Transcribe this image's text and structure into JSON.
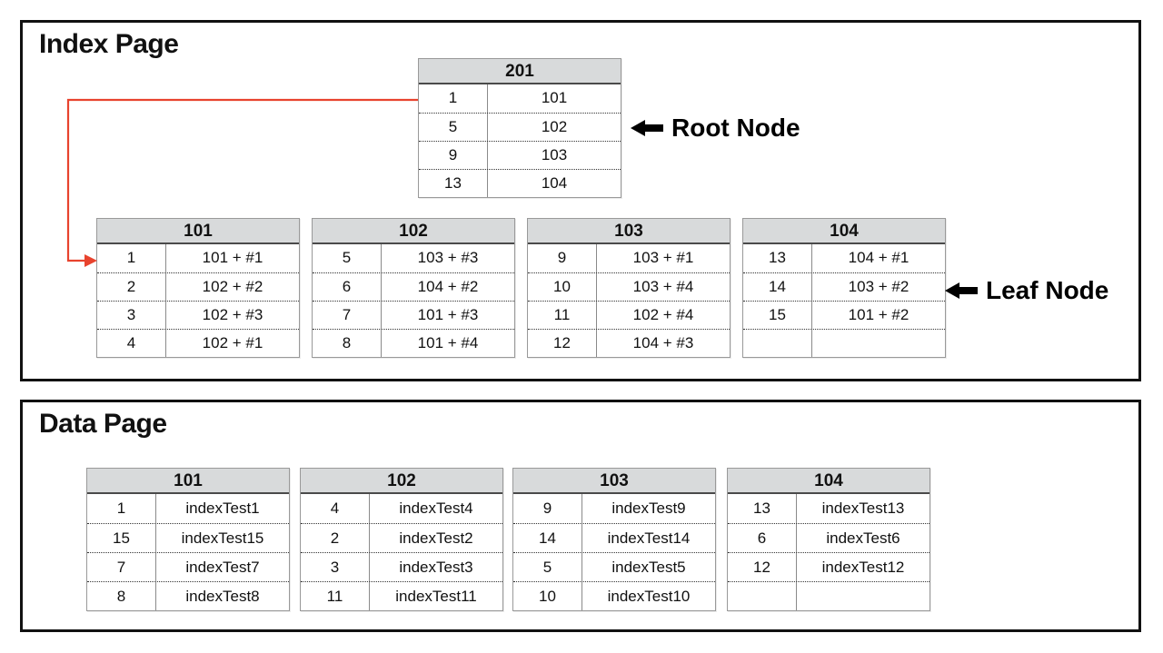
{
  "index_page": {
    "title": "Index Page",
    "root_node_label": "Root Node",
    "leaf_node_label": "Leaf Node",
    "root_table": {
      "header": "201",
      "rows": [
        [
          "1",
          "101"
        ],
        [
          "5",
          "102"
        ],
        [
          "9",
          "103"
        ],
        [
          "13",
          "104"
        ]
      ]
    },
    "leaf_tables": [
      {
        "header": "101",
        "rows": [
          [
            "1",
            "101 + #1"
          ],
          [
            "2",
            "102 + #2"
          ],
          [
            "3",
            "102 + #3"
          ],
          [
            "4",
            "102 + #1"
          ]
        ]
      },
      {
        "header": "102",
        "rows": [
          [
            "5",
            "103 + #3"
          ],
          [
            "6",
            "104 + #2"
          ],
          [
            "7",
            "101 + #3"
          ],
          [
            "8",
            "101 + #4"
          ]
        ]
      },
      {
        "header": "103",
        "rows": [
          [
            "9",
            "103 + #1"
          ],
          [
            "10",
            "103 + #4"
          ],
          [
            "11",
            "102 + #4"
          ],
          [
            "12",
            "104 + #3"
          ]
        ]
      },
      {
        "header": "104",
        "rows": [
          [
            "13",
            "104 + #1"
          ],
          [
            "14",
            "103 + #2"
          ],
          [
            "15",
            "101 + #2"
          ],
          [
            "",
            ""
          ]
        ]
      }
    ]
  },
  "data_page": {
    "title": "Data Page",
    "tables": [
      {
        "header": "101",
        "rows": [
          [
            "1",
            "indexTest1"
          ],
          [
            "15",
            "indexTest15"
          ],
          [
            "7",
            "indexTest7"
          ],
          [
            "8",
            "indexTest8"
          ]
        ]
      },
      {
        "header": "102",
        "rows": [
          [
            "4",
            "indexTest4"
          ],
          [
            "2",
            "indexTest2"
          ],
          [
            "3",
            "indexTest3"
          ],
          [
            "11",
            "indexTest11"
          ]
        ]
      },
      {
        "header": "103",
        "rows": [
          [
            "9",
            "indexTest9"
          ],
          [
            "14",
            "indexTest14"
          ],
          [
            "5",
            "indexTest5"
          ],
          [
            "10",
            "indexTest10"
          ]
        ]
      },
      {
        "header": "104",
        "rows": [
          [
            "13",
            "indexTest13"
          ],
          [
            "6",
            "indexTest6"
          ],
          [
            "12",
            "indexTest12"
          ],
          [
            "",
            ""
          ]
        ]
      }
    ]
  },
  "colors": {
    "pointer_red": "#e8432e",
    "header_fill": "#d8dadb",
    "table_border": "#999999",
    "box_border": "#111111"
  }
}
